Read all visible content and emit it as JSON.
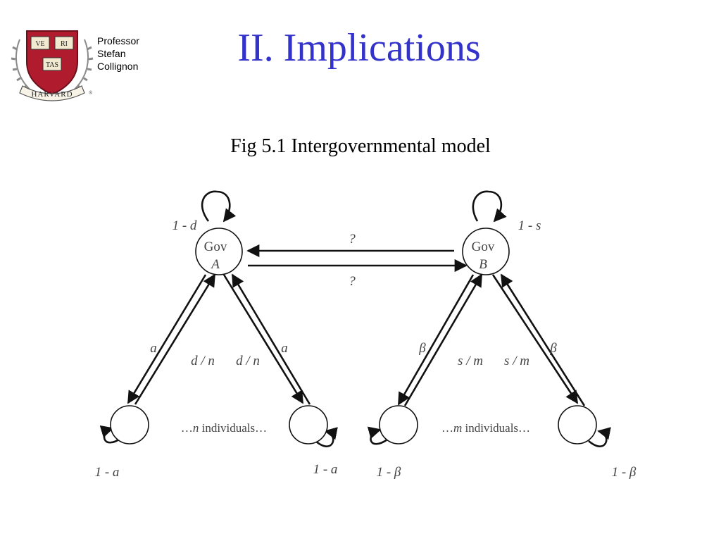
{
  "slide": {
    "author_lines": [
      "Professor",
      "Stefan",
      "Collignon"
    ],
    "title": "II. Implications",
    "subtitle": "Fig 5.1 Intergovernmental model"
  },
  "logo": {
    "shield_words": [
      "VE",
      "RI",
      "TAS"
    ],
    "banner": "HARVARD",
    "registered": "®"
  },
  "diagram": {
    "gov_a": {
      "line1": "Gov",
      "line2": "A",
      "self_loop": "1 - d"
    },
    "gov_b": {
      "line1": "Gov",
      "line2": "B",
      "self_loop": "1 - s"
    },
    "link_labels": {
      "top": "?",
      "bottom": "?"
    },
    "left_group": {
      "caption_prefix": "…",
      "count": "n",
      "caption_suffix": " individuals…",
      "up_label_left": "a",
      "down_label_left": "d / n",
      "down_label_right": "d / n",
      "up_label_right": "a",
      "node_loop_left": "1 - a",
      "node_loop_right": "1 - a"
    },
    "right_group": {
      "caption_prefix": "…",
      "count": "m",
      "caption_suffix": " individuals…",
      "up_label_left": "β",
      "down_label_left": "s / m",
      "down_label_right": "s / m",
      "up_label_right": "β",
      "node_loop_left": "1 - β",
      "node_loop_right": "1 - β"
    }
  },
  "colors": {
    "title": "#3333cc",
    "shield_red": "#b01c2e",
    "shield_gold": "#c9a64a",
    "wreath": "#8a8a8a",
    "line": "#111111",
    "label_gray": "#555555"
  }
}
